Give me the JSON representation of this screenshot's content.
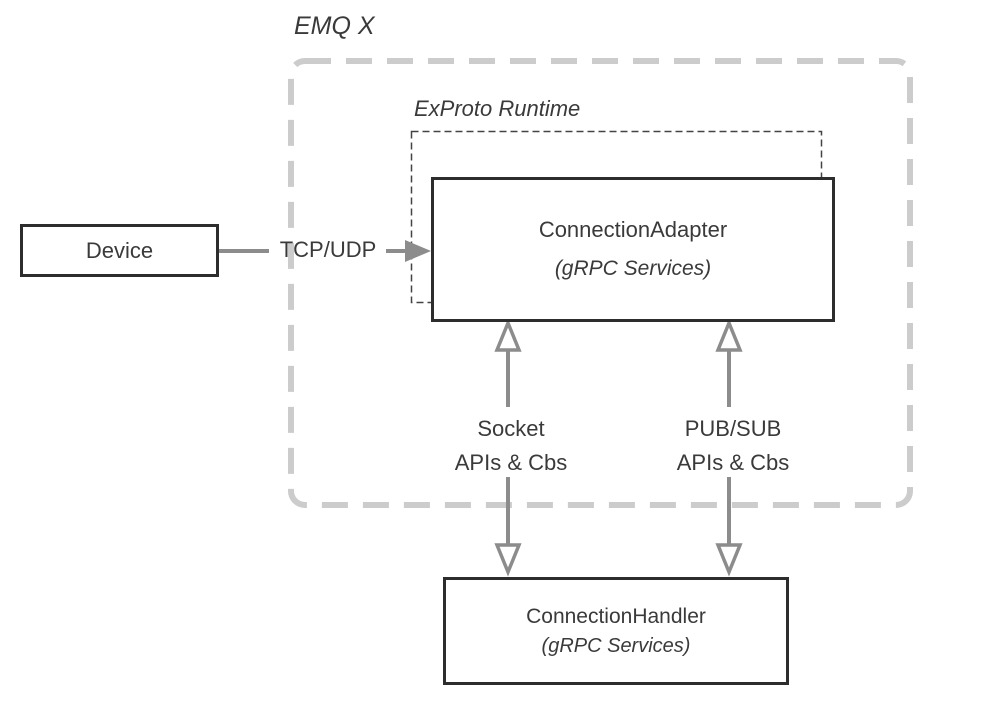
{
  "diagram": {
    "title": "EMQ X",
    "runtime_label": "ExProto Runtime",
    "nodes": {
      "device": {
        "label": "Device"
      },
      "adapter": {
        "label": "ConnectionAdapter",
        "sublabel": "(gRPC Services)"
      },
      "handler": {
        "label": "ConnectionHandler",
        "sublabel": "(gRPC Services)"
      }
    },
    "edges": {
      "tcp_udp": {
        "label": "TCP/UDP"
      },
      "socket": {
        "line1": "Socket",
        "line2": "APIs & Cbs"
      },
      "pubsub": {
        "line1": "PUB/SUB",
        "line2": "APIs & Cbs"
      }
    },
    "colors": {
      "background": "#ffffff",
      "outer_dashed_border": "#cccccc",
      "inner_dashed_border": "#444444",
      "box_border": "#2d2d2d",
      "arrow": "#8c8c8c",
      "text": "#3a3a3a"
    }
  }
}
